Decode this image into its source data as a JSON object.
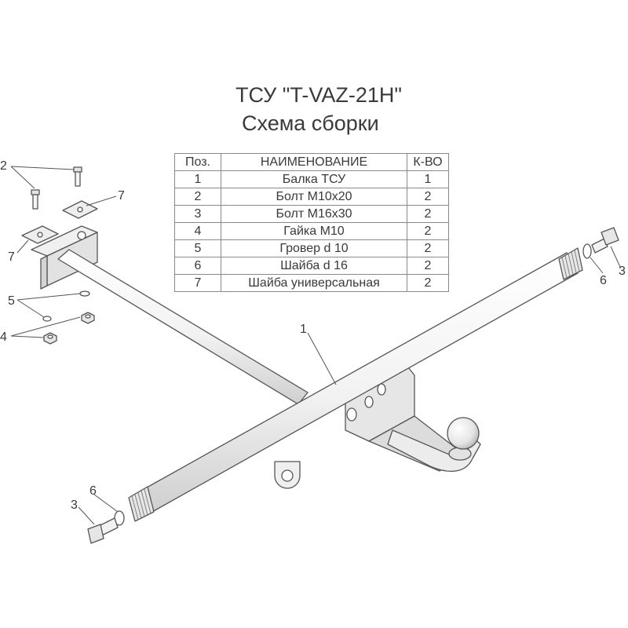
{
  "title": "ТСУ \"T-VAZ-21H\"",
  "subtitle": "Схема сборки",
  "table": {
    "headers": [
      "Поз.",
      "НАИМЕНОВАНИЕ",
      "К-ВО"
    ],
    "rows": [
      [
        "1",
        "Балка ТСУ",
        "1"
      ],
      [
        "2",
        "Болт М10х20",
        "2"
      ],
      [
        "3",
        "Болт М16х30",
        "2"
      ],
      [
        "4",
        "Гайка  М10",
        "2"
      ],
      [
        "5",
        "Гровер d 10",
        "2"
      ],
      [
        "6",
        "Шайба d 16",
        "2"
      ],
      [
        "7",
        "Шайба универсальная",
        "2"
      ]
    ]
  },
  "callouts": {
    "beam": "1",
    "bolt_m10": "2",
    "bolt_m16_left": "3",
    "bolt_m16_right": "3",
    "nut_m10": "4",
    "lock_washer": "5",
    "washer_d16_left": "6",
    "washer_d16_right": "6",
    "universal_washer_left": "7",
    "universal_washer_right": "7"
  },
  "colors": {
    "line": "#555555",
    "fill": "#f4f4f4",
    "shade": "#d8d8d8",
    "text": "#3a3a3a"
  }
}
